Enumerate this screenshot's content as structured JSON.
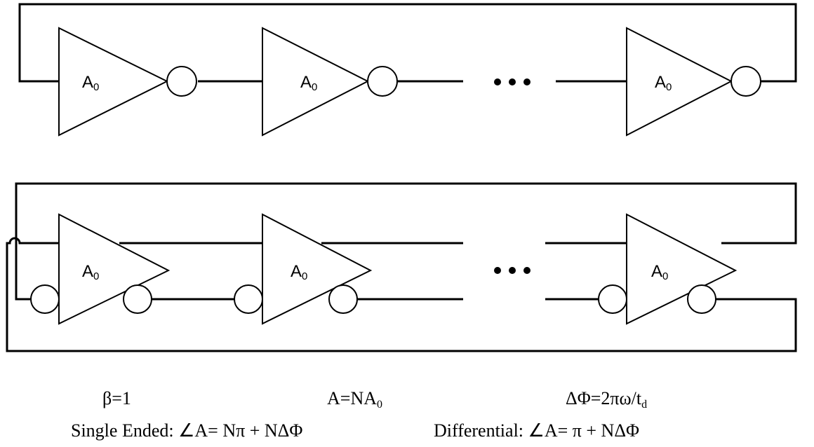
{
  "stages": {
    "gain_symbol": "A",
    "gain_subscript": "0"
  },
  "equations": {
    "beta": "β=1",
    "gain_main": "A=NA",
    "gain_sub": "0",
    "phase_main": "ΔΦ=2πω/t",
    "phase_sub": "d",
    "single_ended": "Single Ended: ∠A= Nπ + NΔΦ",
    "differential": "Differential: ∠A= π + NΔΦ"
  }
}
